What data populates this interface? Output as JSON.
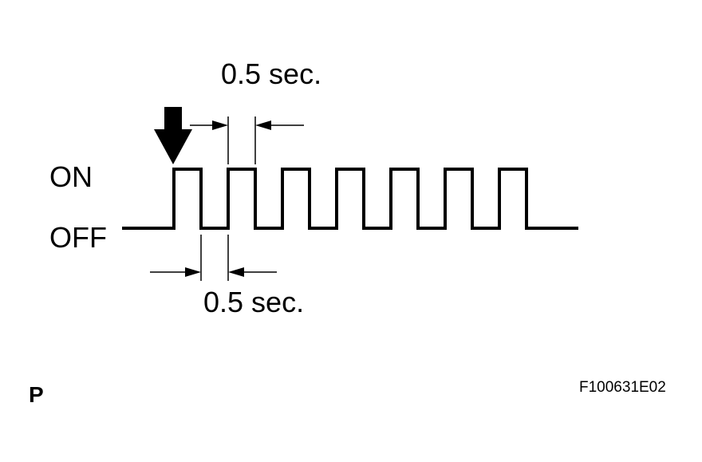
{
  "labels": {
    "on": "ON",
    "off": "OFF",
    "top_interval": "0.5 sec.",
    "bottom_interval": "0.5 sec.",
    "corner_letter": "P",
    "figure_code": "F100631E02"
  },
  "signal": {
    "pulse_count": 7,
    "on_duration_sec": 0.5,
    "off_duration_sec": 0.5
  },
  "colors": {
    "line": "#000000",
    "background": "#ffffff"
  }
}
